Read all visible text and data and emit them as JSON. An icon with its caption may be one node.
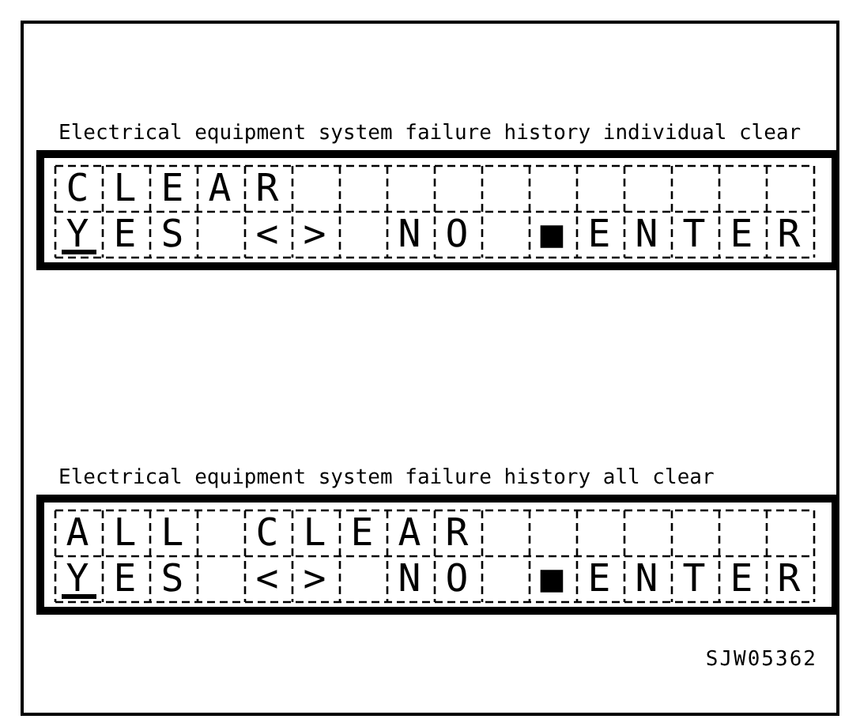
{
  "diagram": {
    "nodes": [
      {
        "text": [
          "Electrical equipment system failure history individual clear",
          "CLEAR",
          "YES <> NO ■ENTER"
        ]
      },
      {
        "text": [
          "Electrical equipment system failure history all clear",
          "ALL CLEAR",
          "YES <> NO ■ENTER"
        ]
      }
    ],
    "labels": [
      "SJW05362"
    ]
  }
}
